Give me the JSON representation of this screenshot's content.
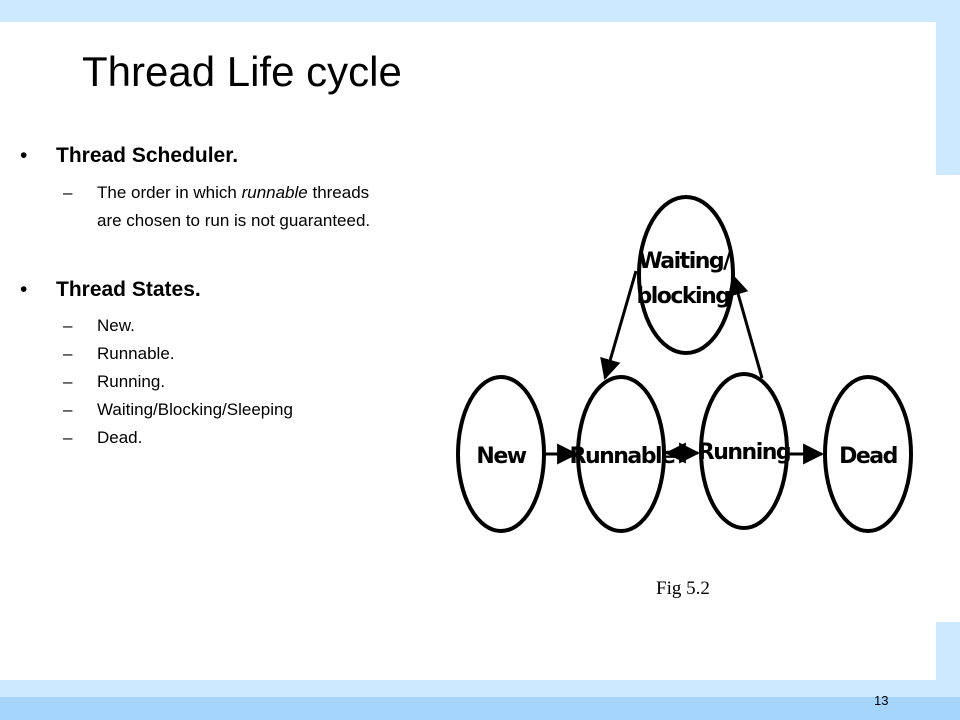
{
  "slide": {
    "title": "Thread Life cycle",
    "page_number": "13"
  },
  "bullets": [
    {
      "label": "Thread Scheduler.",
      "sub": [
        {
          "parts": [
            "The order in which ",
            "runnable",
            " threads are chosen to run is not guaranteed."
          ]
        }
      ]
    },
    {
      "label": "Thread States.",
      "sub": [
        {
          "text": "New."
        },
        {
          "text": "Runnable."
        },
        {
          "text": "Running."
        },
        {
          "text": "Waiting/Blocking/Sleeping"
        },
        {
          "text": "Dead."
        }
      ]
    }
  ],
  "diagram": {
    "states": {
      "new": "New",
      "runnable": "Runnable",
      "running": "Running",
      "dead": "Dead",
      "waiting_line1": "Waiting/",
      "waiting_line2": "blocking"
    },
    "caption": "Fig 5.2"
  },
  "colors": {
    "frame_light": "#cce9ff",
    "frame_dark": "#a5d5fb"
  }
}
